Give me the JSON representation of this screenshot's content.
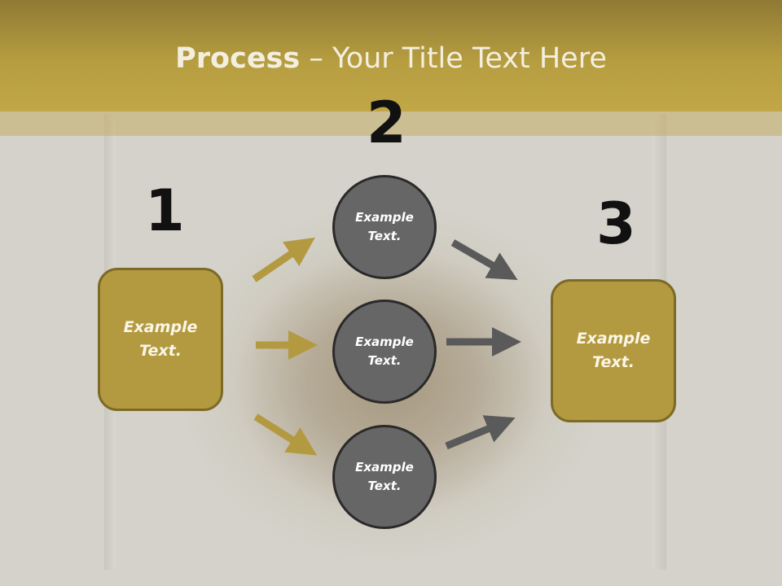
{
  "title": {
    "bold": "Process",
    "rest": " – Your Title Text Here"
  },
  "steps": [
    {
      "number": "1",
      "text_line1": "Example",
      "text_line2": "Text."
    },
    {
      "number": "2"
    },
    {
      "number": "3",
      "text_line1": "Example",
      "text_line2": "Text."
    }
  ],
  "circles": [
    {
      "line1": "Example",
      "line2": "Text."
    },
    {
      "line1": "Example",
      "line2": "Text."
    },
    {
      "line1": "Example",
      "line2": "Text."
    }
  ],
  "colors": {
    "gold": "#b39a41",
    "gold_border": "#7c6a25",
    "circle_fill": "#666666",
    "gray_arrow": "#5a5a5a",
    "gold_arrow": "#b39a41"
  }
}
